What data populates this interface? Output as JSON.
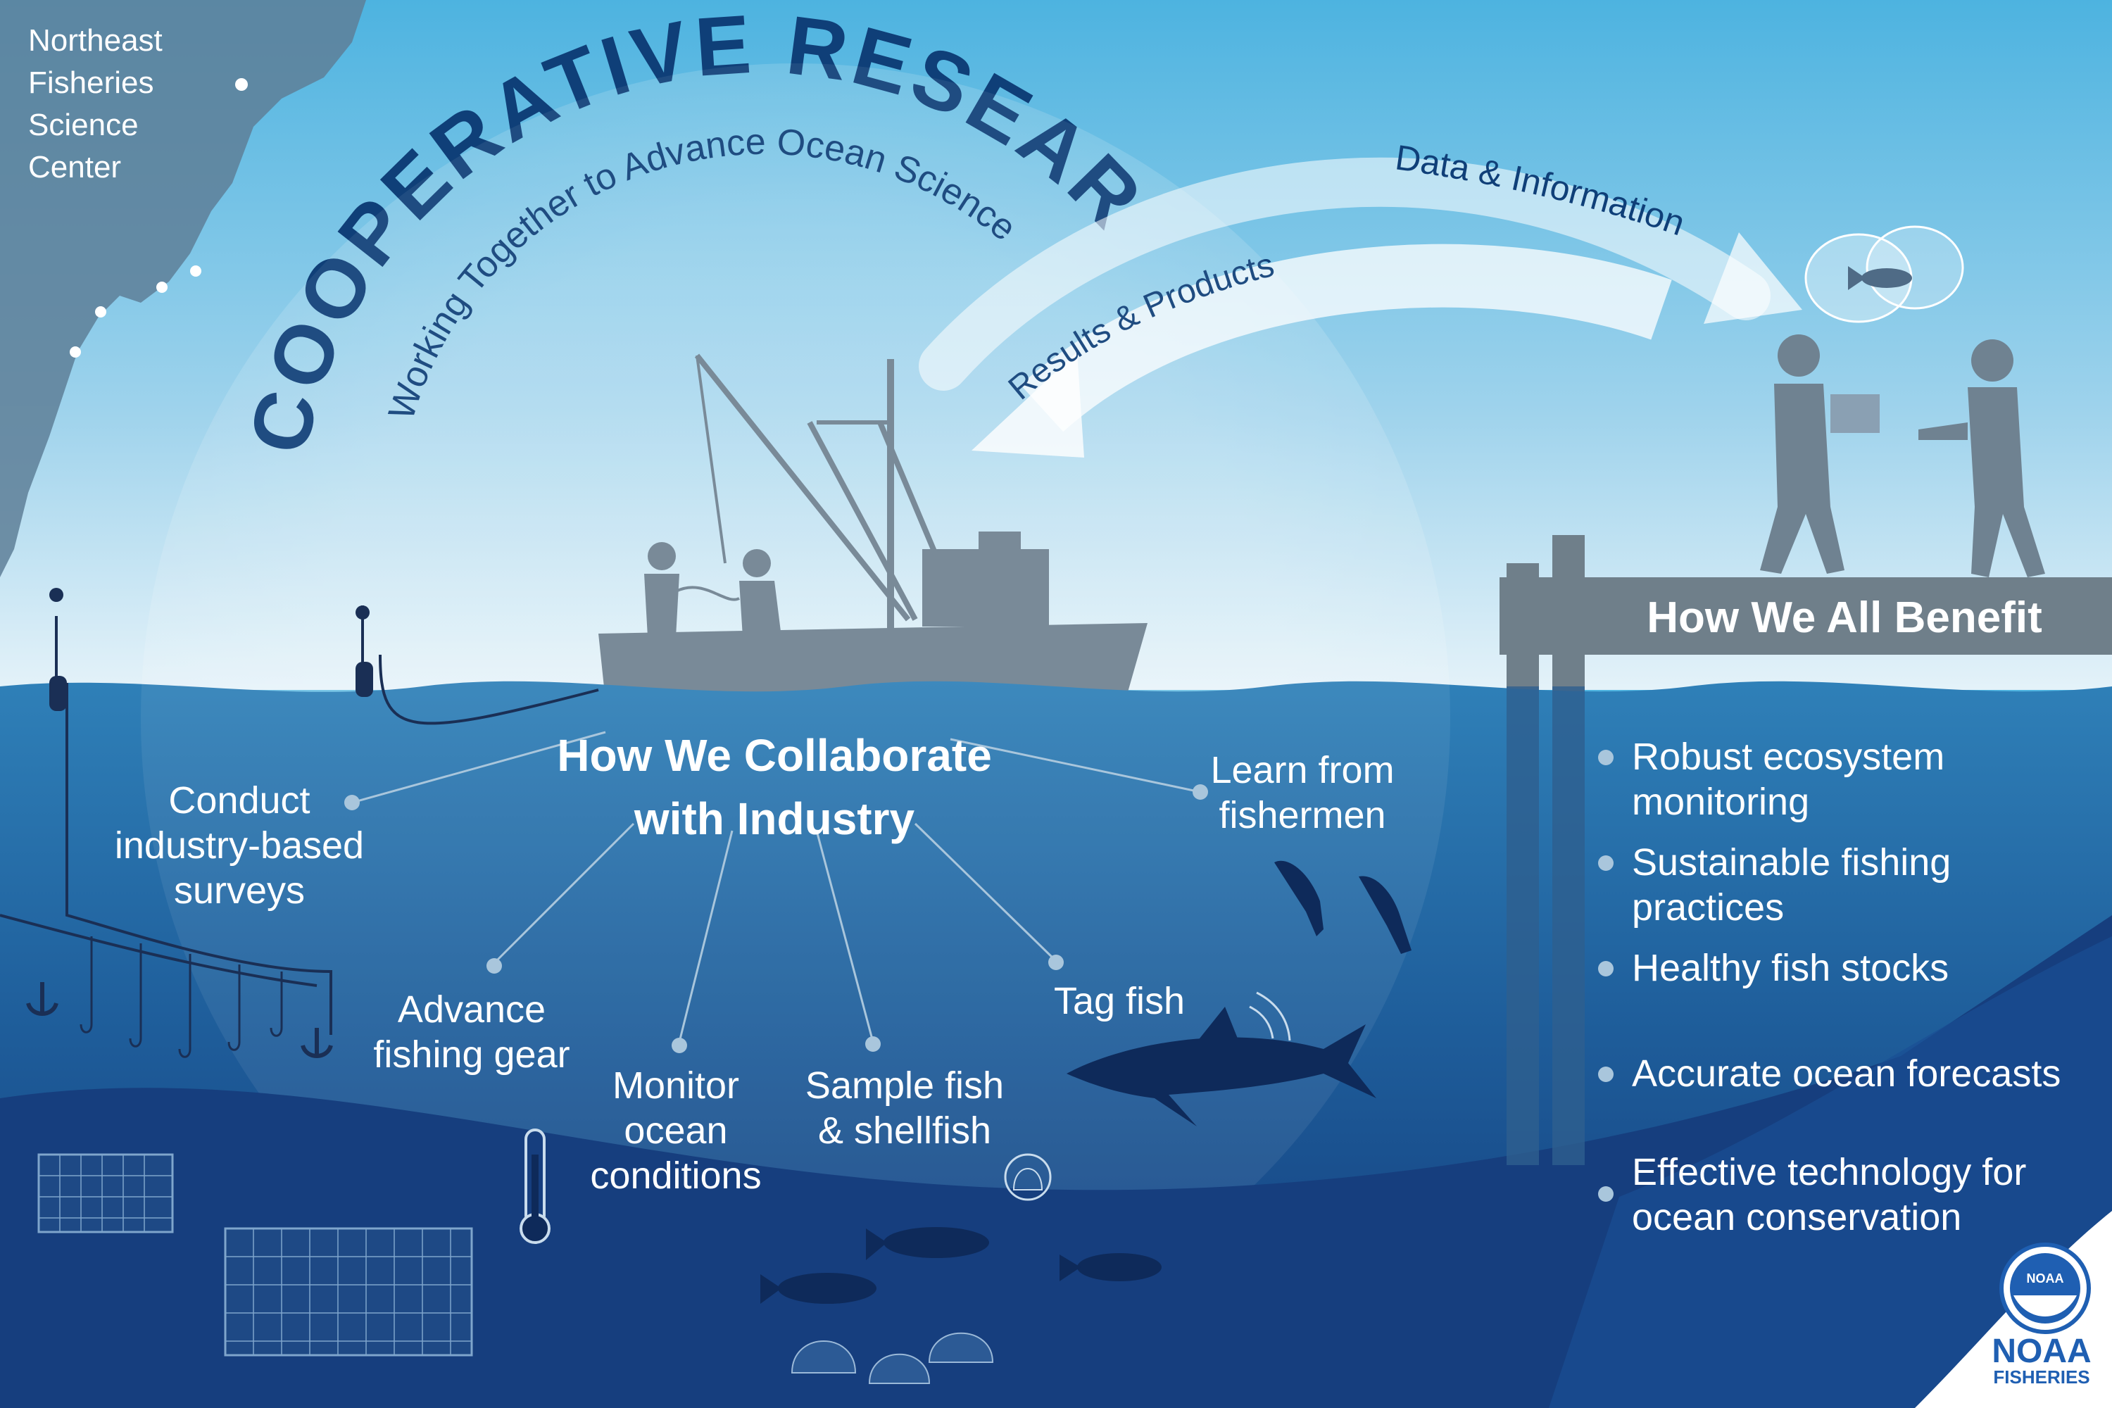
{
  "title": "COOPERATIVE RESEARCH",
  "subtitle": "Working Together to Advance Ocean Science",
  "center_name": "Northeast Fisheries Science Center",
  "center_lines": [
    "Northeast",
    "Fisheries",
    "Science",
    "Center"
  ],
  "arrows": {
    "data_info": "Data & Information",
    "results_products": "Results & Products"
  },
  "collaborate": {
    "heading_line1": "How We Collaborate",
    "heading_line2": "with Industry",
    "items": [
      {
        "lines": [
          "Conduct",
          "industry-based",
          "surveys"
        ]
      },
      {
        "lines": [
          "Advance",
          "fishing gear"
        ]
      },
      {
        "lines": [
          "Monitor",
          "ocean",
          "conditions"
        ]
      },
      {
        "lines": [
          "Sample fish",
          "& shellfish"
        ]
      },
      {
        "lines": [
          "Tag fish"
        ]
      },
      {
        "lines": [
          "Learn from",
          "fishermen"
        ]
      }
    ]
  },
  "benefit": {
    "heading": "How We All Benefit",
    "items": [
      {
        "lines": [
          "Robust ecosystem monitoring"
        ]
      },
      {
        "lines": [
          "Sustainable fishing practices"
        ]
      },
      {
        "lines": [
          "Healthy fish stocks"
        ]
      },
      {
        "lines": [
          "Accurate ocean forecasts"
        ]
      },
      {
        "lines": [
          "Effective technology for",
          "ocean conservation"
        ]
      }
    ]
  },
  "logo": {
    "badge": "NOAA",
    "word1": "NOAA",
    "word2": "FISHERIES"
  },
  "colors": {
    "sky_top": "#4fb4e0",
    "sky_bottom": "#e6f3f9",
    "sea_top": "#2f7fb6",
    "sea_bottom": "#123a7a",
    "silhouette": "#6f8291",
    "title": "#0f3f78",
    "pier": "#6f7f8a",
    "logo_blue": "#1f5fb2"
  },
  "icons": [
    "boat-icon",
    "people-icon",
    "speech-bubble-fish-icon",
    "shark-icon",
    "fish-icon",
    "squid-icon",
    "thermometer-icon",
    "trap-icon",
    "scallop-icon",
    "anchor-icon",
    "buoy-icon"
  ]
}
